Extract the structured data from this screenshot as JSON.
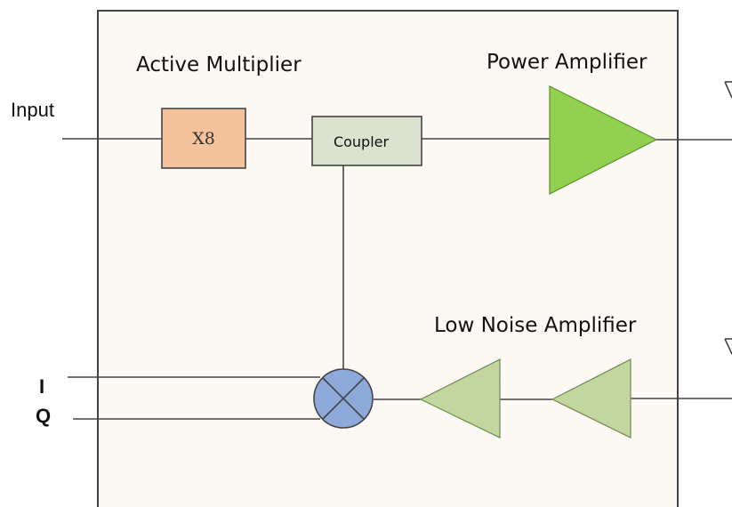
{
  "labels": {
    "input": "Input",
    "i": "I",
    "q": "Q",
    "active_multiplier": "Active Multiplier",
    "power_amplifier": "Power Amplifier",
    "low_noise_amplifier": "Low Noise Amplifier",
    "multiplier_block": "X8",
    "coupler_block": "Coupler"
  },
  "colors": {
    "panel_fill": "#fcf8f4",
    "panel_border": "#444444",
    "multiplier_fill": "#f6c29c",
    "coupler_fill": "#dbe3cf",
    "power_amp_fill": "#92d14f",
    "lna_fill": "#c3d6a0",
    "mixer_fill": "#8eaadb"
  },
  "icons": {
    "mixer": "mixer-icon",
    "antenna": "antenna-icon",
    "amplifier": "amplifier-triangle-icon"
  }
}
